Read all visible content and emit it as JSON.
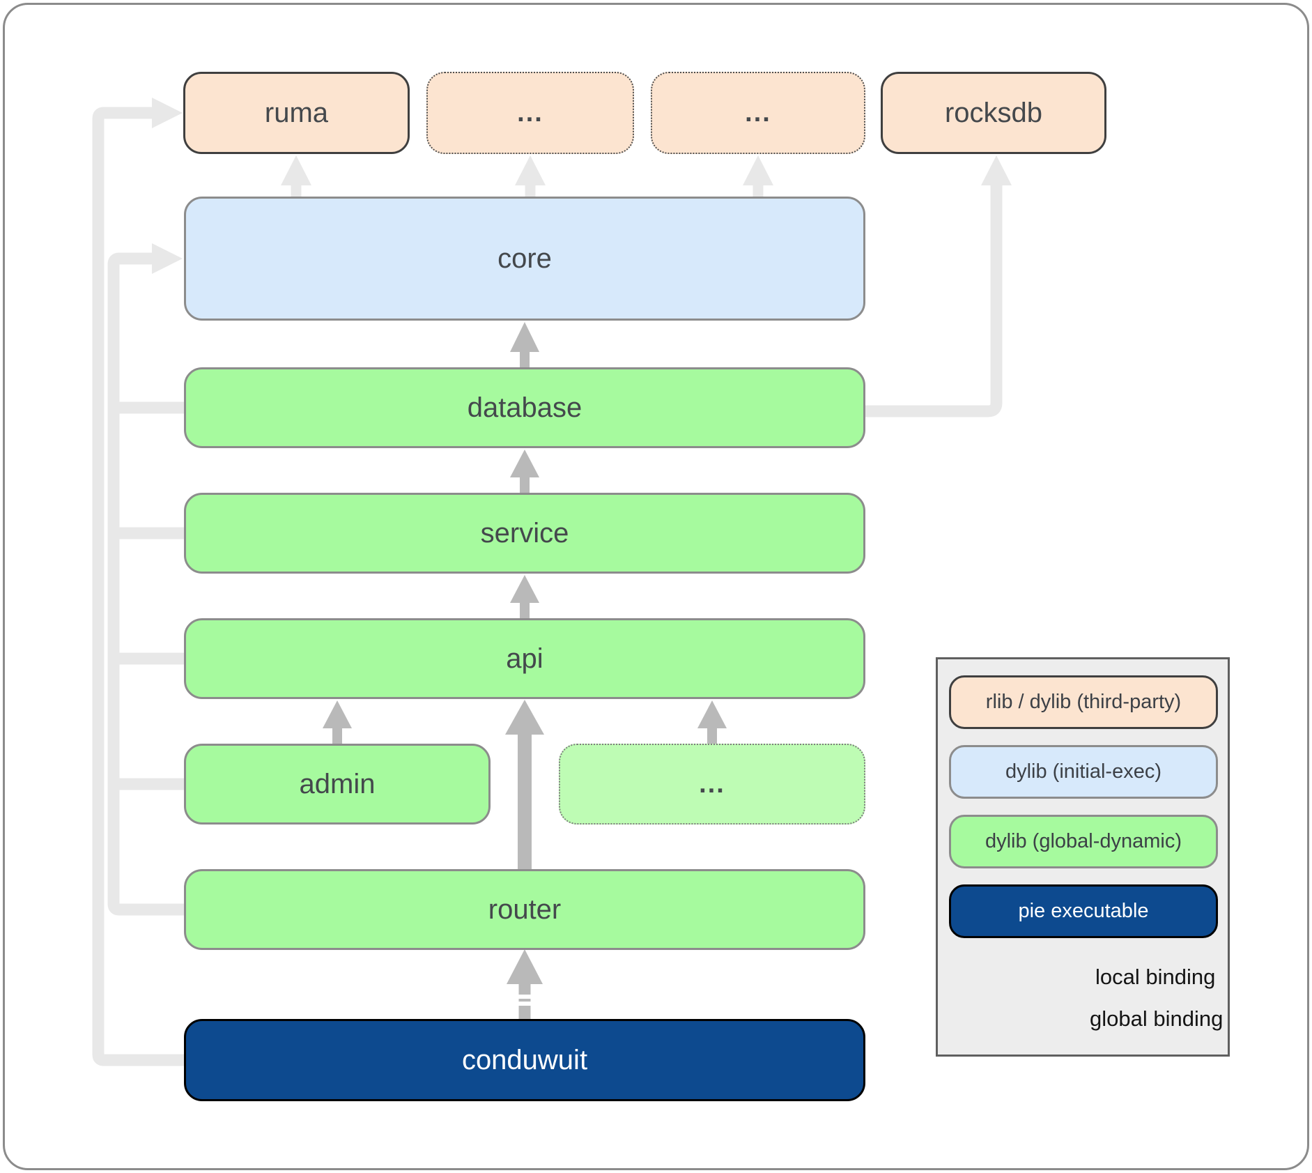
{
  "colors": {
    "peach_fill": "#fce4d0",
    "peach_border": "#3f3f3f",
    "blue_fill": "#d7e9fb",
    "green_fill": "#a6fa9e",
    "green_light_fill": "#befcb4",
    "gray_border": "#8c8c8c",
    "navy_fill": "#0d4a8f",
    "navy_border": "#000000",
    "label_color": "#44484c",
    "arrow_light": "#e8e8e8",
    "arrow_dark": "#b9b9b9",
    "legend_bg": "#ededed",
    "legend_border": "#5f5f5f",
    "legend_text": "#141414",
    "frame_border": "#8b8b8b"
  },
  "nodes": {
    "ruma": {
      "label": "ruma",
      "type": "rlib-dylib-third-party"
    },
    "ellipsis1": {
      "label": "...",
      "type": "rlib-dylib-third-party"
    },
    "ellipsis2": {
      "label": "...",
      "type": "rlib-dylib-third-party"
    },
    "rocksdb": {
      "label": "rocksdb",
      "type": "rlib-dylib-third-party"
    },
    "core": {
      "label": "core",
      "type": "dylib-initial-exec"
    },
    "database": {
      "label": "database",
      "type": "dylib-global-dynamic"
    },
    "service": {
      "label": "service",
      "type": "dylib-global-dynamic"
    },
    "api": {
      "label": "api",
      "type": "dylib-global-dynamic"
    },
    "admin": {
      "label": "admin",
      "type": "dylib-global-dynamic"
    },
    "ellipsis3": {
      "label": "...",
      "type": "dylib-global-dynamic"
    },
    "router": {
      "label": "router",
      "type": "dylib-global-dynamic"
    },
    "conduwuit": {
      "label": "conduwuit",
      "type": "pie-executable"
    }
  },
  "edges": [
    {
      "from": "conduwuit",
      "to": "router",
      "binding": "local"
    },
    {
      "from": "conduwuit",
      "to": "ruma",
      "binding": "global",
      "route": "left-rail"
    },
    {
      "from": "router",
      "to": "api",
      "binding": "global"
    },
    {
      "from": "admin",
      "to": "api",
      "binding": "global"
    },
    {
      "from": "ellipsis3",
      "to": "api",
      "binding": "global"
    },
    {
      "from": "api",
      "to": "service",
      "binding": "global"
    },
    {
      "from": "service",
      "to": "database",
      "binding": "global"
    },
    {
      "from": "database",
      "to": "core",
      "binding": "global"
    },
    {
      "from": "database",
      "to": "rocksdb",
      "binding": "global"
    },
    {
      "from": "core",
      "to": "ruma",
      "binding": "global"
    },
    {
      "from": "core",
      "to": "ellipsis1",
      "binding": "global"
    },
    {
      "from": "core",
      "to": "ellipsis2",
      "binding": "global"
    },
    {
      "from": "database",
      "to": "core",
      "binding": "global",
      "route": "left-rail"
    },
    {
      "from": "service",
      "to": "core",
      "binding": "global",
      "route": "left-rail"
    },
    {
      "from": "api",
      "to": "core",
      "binding": "global",
      "route": "left-rail"
    },
    {
      "from": "admin",
      "to": "core",
      "binding": "global",
      "route": "left-rail"
    },
    {
      "from": "router",
      "to": "core",
      "binding": "global",
      "route": "left-rail"
    }
  ],
  "legend": {
    "items": {
      "third_party": {
        "label": "rlib / dylib (third-party)"
      },
      "initial_exec": {
        "label": "dylib (initial-exec)"
      },
      "global_dynamic": {
        "label": "dylib (global-dynamic)"
      },
      "pie_executable": {
        "label": "pie executable"
      },
      "local_binding": {
        "label": "local binding"
      },
      "global_binding": {
        "label": "global binding"
      }
    }
  }
}
